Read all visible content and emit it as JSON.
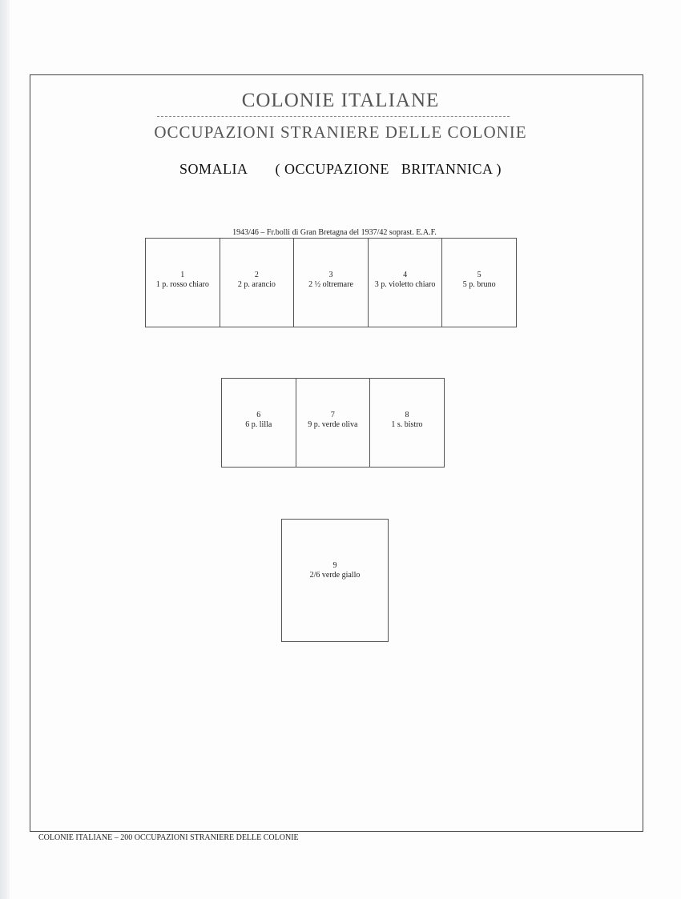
{
  "header": {
    "title": "COLONIE ITALIANE",
    "subtitle": "OCCUPAZIONI STRANIERE DELLE COLONIE",
    "country": "SOMALIA",
    "occupation": "( OCCUPAZIONE   BRITANNICA )"
  },
  "issue": {
    "caption": "1943/46 – Fr.bolli di Gran Bretagna del 1937/42 soprast.  E.A.F."
  },
  "stamps": [
    {
      "number": "1",
      "label": "1 p. rosso chiaro"
    },
    {
      "number": "2",
      "label": "2 p. arancio"
    },
    {
      "number": "3",
      "label": "2 ½  oltremare"
    },
    {
      "number": "4",
      "label": "3 p. violetto chiaro"
    },
    {
      "number": "5",
      "label": "5 p. bruno"
    },
    {
      "number": "6",
      "label": "6 p. lilla"
    },
    {
      "number": "7",
      "label": "9 p. verde oliva"
    },
    {
      "number": "8",
      "label": "1 s. bistro"
    },
    {
      "number": "9",
      "label": "2/6 verde giallo"
    }
  ],
  "footer": {
    "text": "COLONIE  ITALIANE – 200   OCCUPAZIONI STRANIERE DELLE COLONIE"
  }
}
